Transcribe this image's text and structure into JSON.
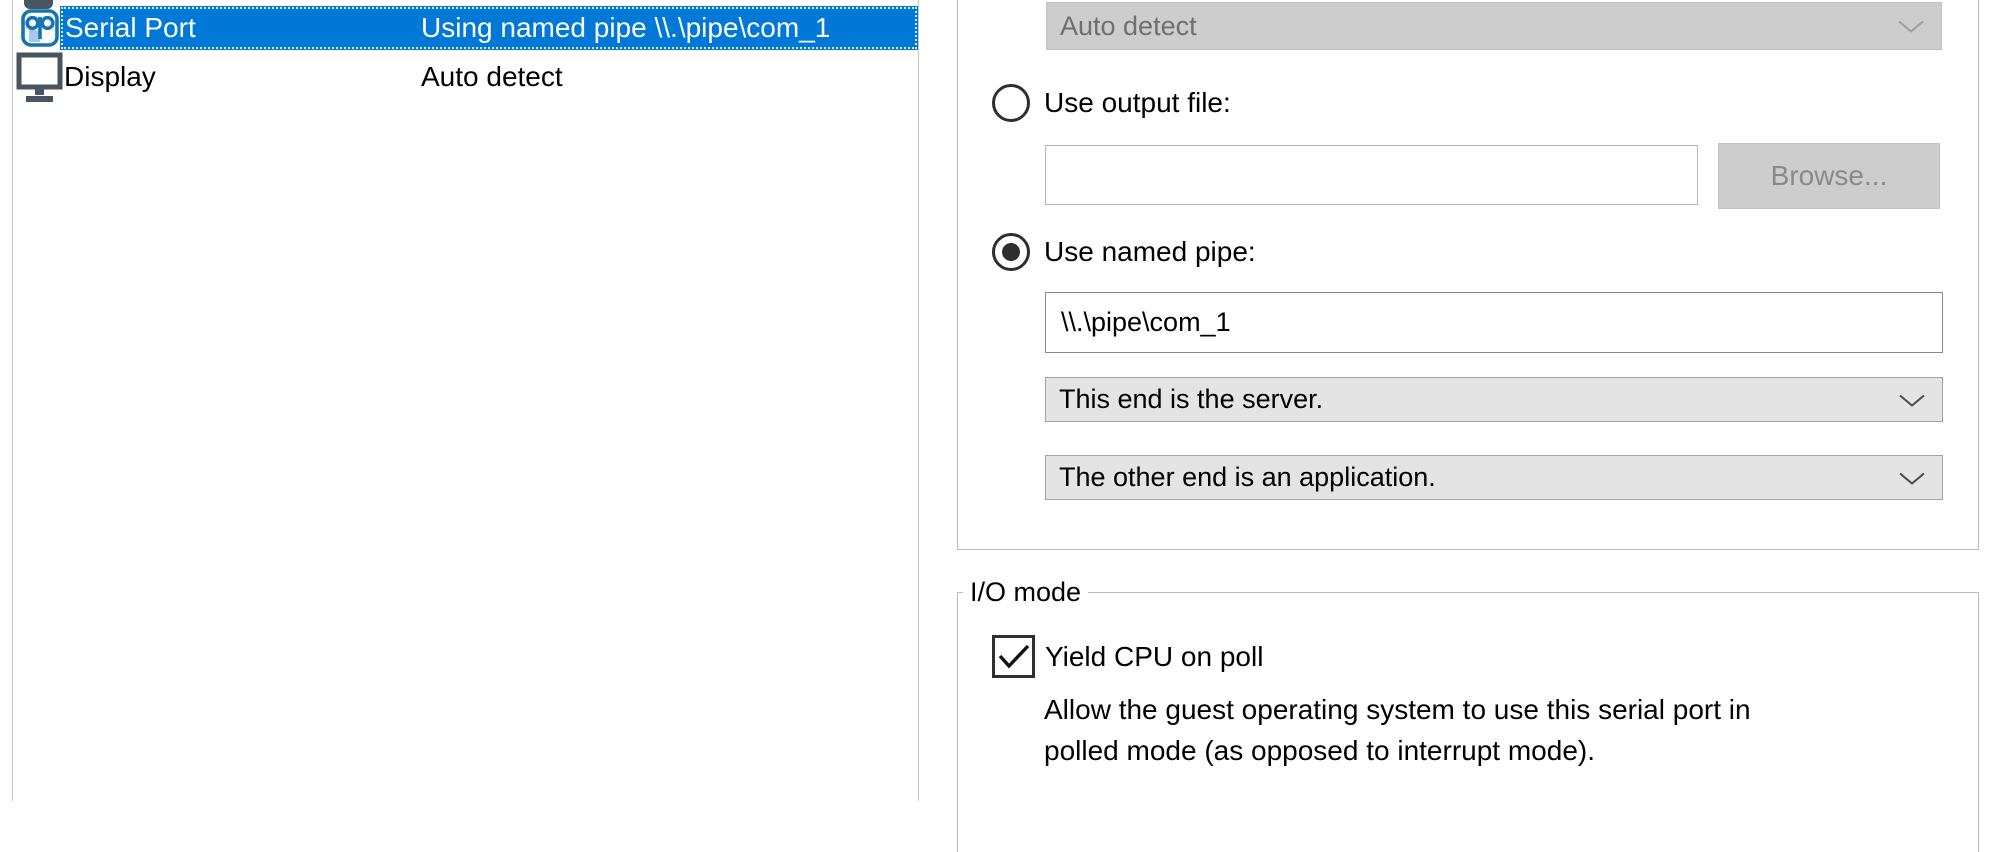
{
  "colors": {
    "selection_blue": "#0078d7",
    "serial_icon_blue": "#1474b4",
    "serial_icon_fill": "#a5cae8",
    "display_icon_gray": "#47565f",
    "disabled_bg": "#cdcdcd",
    "dropdown_bg": "#e4e4e4"
  },
  "hardware_list": {
    "rows": [
      {
        "device": "Serial Port",
        "summary": "Using named pipe \\\\.\\pipe\\com_1",
        "selected": true,
        "icon": "serial-port-icon"
      },
      {
        "device": "Display",
        "summary": "Auto detect",
        "selected": false,
        "icon": "display-icon"
      }
    ]
  },
  "connection_panel": {
    "device_dropdown": {
      "value": "Auto detect",
      "disabled": true
    },
    "output_file_radio": {
      "label": "Use output file:",
      "selected": false
    },
    "output_file_input": {
      "value": ""
    },
    "browse_button": {
      "label": "Browse...",
      "disabled": true
    },
    "named_pipe_radio": {
      "label": "Use named pipe:",
      "selected": true
    },
    "named_pipe_input": {
      "value": "\\\\.\\pipe\\com_1"
    },
    "pipe_end_dropdown": {
      "value": "This end is the server."
    },
    "pipe_other_end_dropdown": {
      "value": "The other end is an application."
    }
  },
  "io_mode_group": {
    "title": "I/O mode",
    "yield_checkbox": {
      "label": "Yield CPU on poll",
      "checked": true
    },
    "description_line1": "Allow the guest operating system to use this serial port in",
    "description_line2": "polled mode (as opposed to interrupt mode)."
  }
}
